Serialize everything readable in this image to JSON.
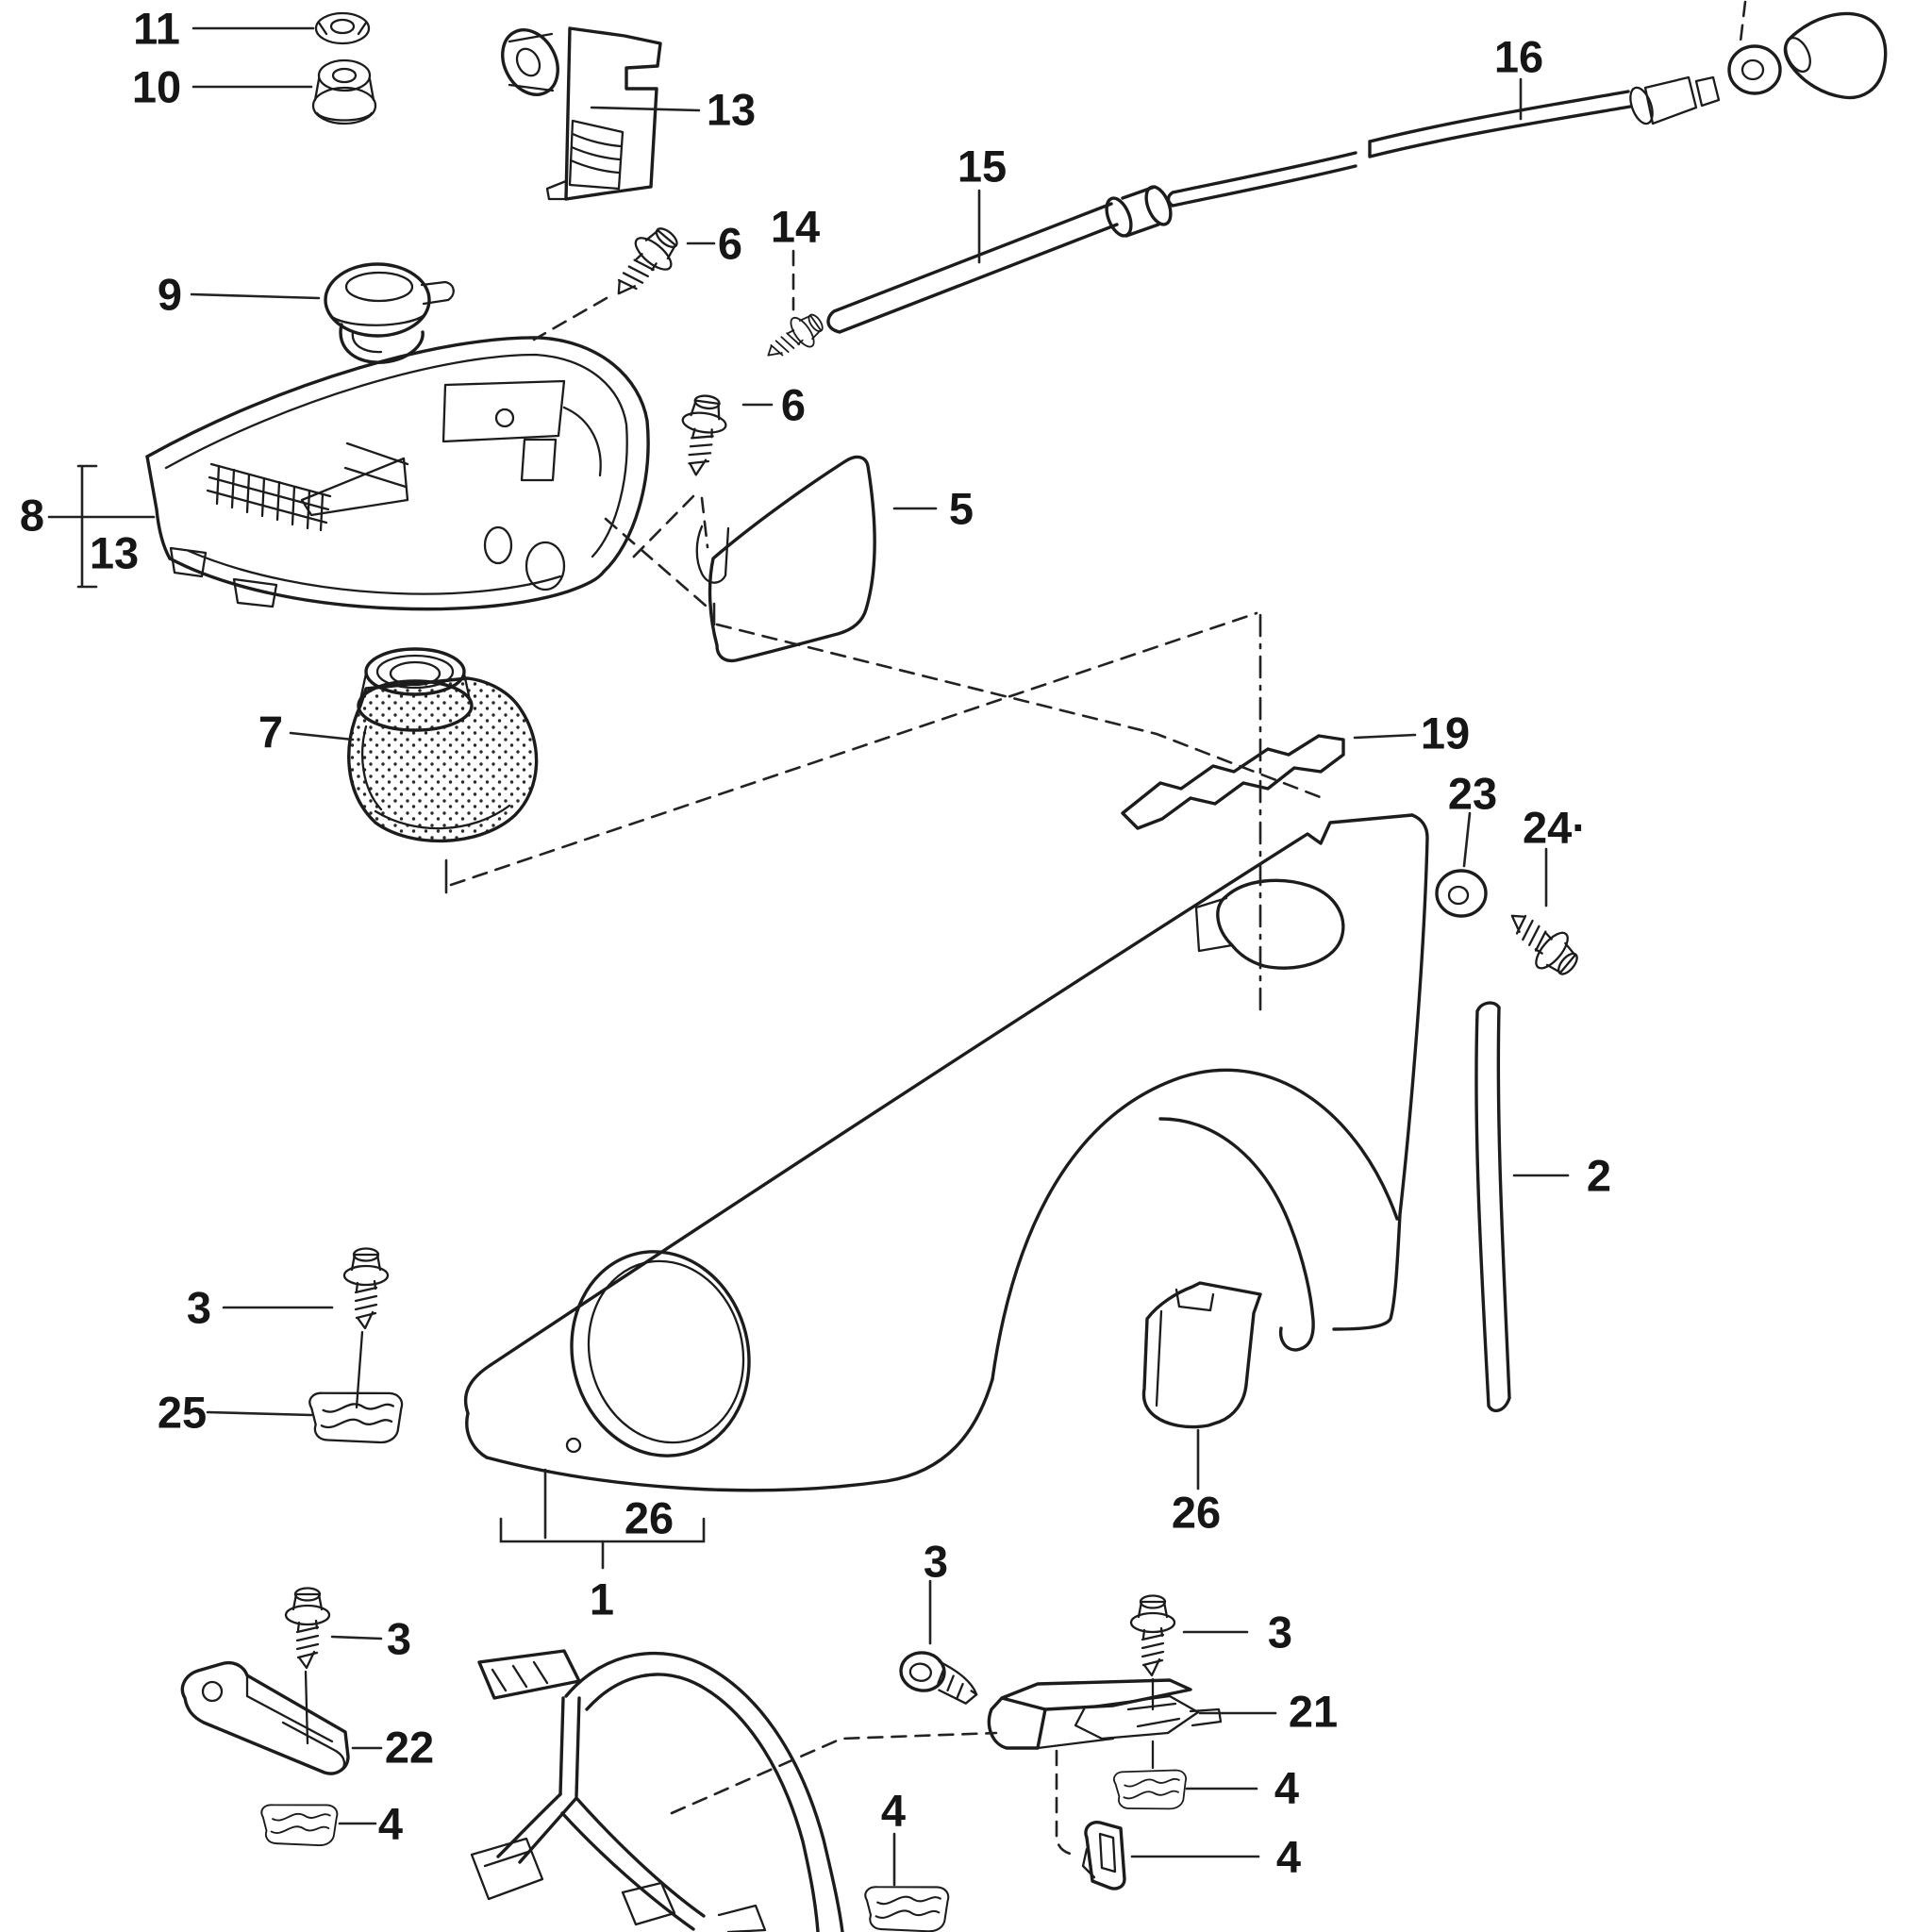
{
  "diagram": {
    "background": "#ffffff",
    "ink": "#1c1c1c",
    "type": "exploded-parts-diagram",
    "callouts": [
      {
        "id": "label-11",
        "text": "11"
      },
      {
        "id": "label-10",
        "text": "10"
      },
      {
        "id": "label-13-top",
        "text": "13"
      },
      {
        "id": "label-16",
        "text": "16"
      },
      {
        "id": "label-15",
        "text": "15"
      },
      {
        "id": "label-6-upper",
        "text": "6"
      },
      {
        "id": "label-14",
        "text": "14"
      },
      {
        "id": "label-9",
        "text": "9"
      },
      {
        "id": "label-6-lower",
        "text": "6"
      },
      {
        "id": "label-8",
        "text": "8"
      },
      {
        "id": "label-13-bracket",
        "text": "13"
      },
      {
        "id": "label-5",
        "text": "5"
      },
      {
        "id": "label-7",
        "text": "7"
      },
      {
        "id": "label-19",
        "text": "19"
      },
      {
        "id": "label-23",
        "text": "23"
      },
      {
        "id": "label-24",
        "text": "24·"
      },
      {
        "id": "label-2",
        "text": "2"
      },
      {
        "id": "label-3-left",
        "text": "3"
      },
      {
        "id": "label-25",
        "text": "25"
      },
      {
        "id": "label-26-left",
        "text": "26"
      },
      {
        "id": "label-1",
        "text": "1"
      },
      {
        "id": "label-3-center",
        "text": "3"
      },
      {
        "id": "label-3-right",
        "text": "3"
      },
      {
        "id": "label-26-right",
        "text": "26"
      },
      {
        "id": "label-21",
        "text": "21"
      },
      {
        "id": "label-22",
        "text": "22"
      },
      {
        "id": "label-3-bottomleft",
        "text": "3"
      },
      {
        "id": "label-4-left",
        "text": "4"
      },
      {
        "id": "label-4-center",
        "text": "4"
      },
      {
        "id": "label-4-midright",
        "text": "4"
      },
      {
        "id": "label-4-bottomright",
        "text": "4"
      }
    ]
  }
}
